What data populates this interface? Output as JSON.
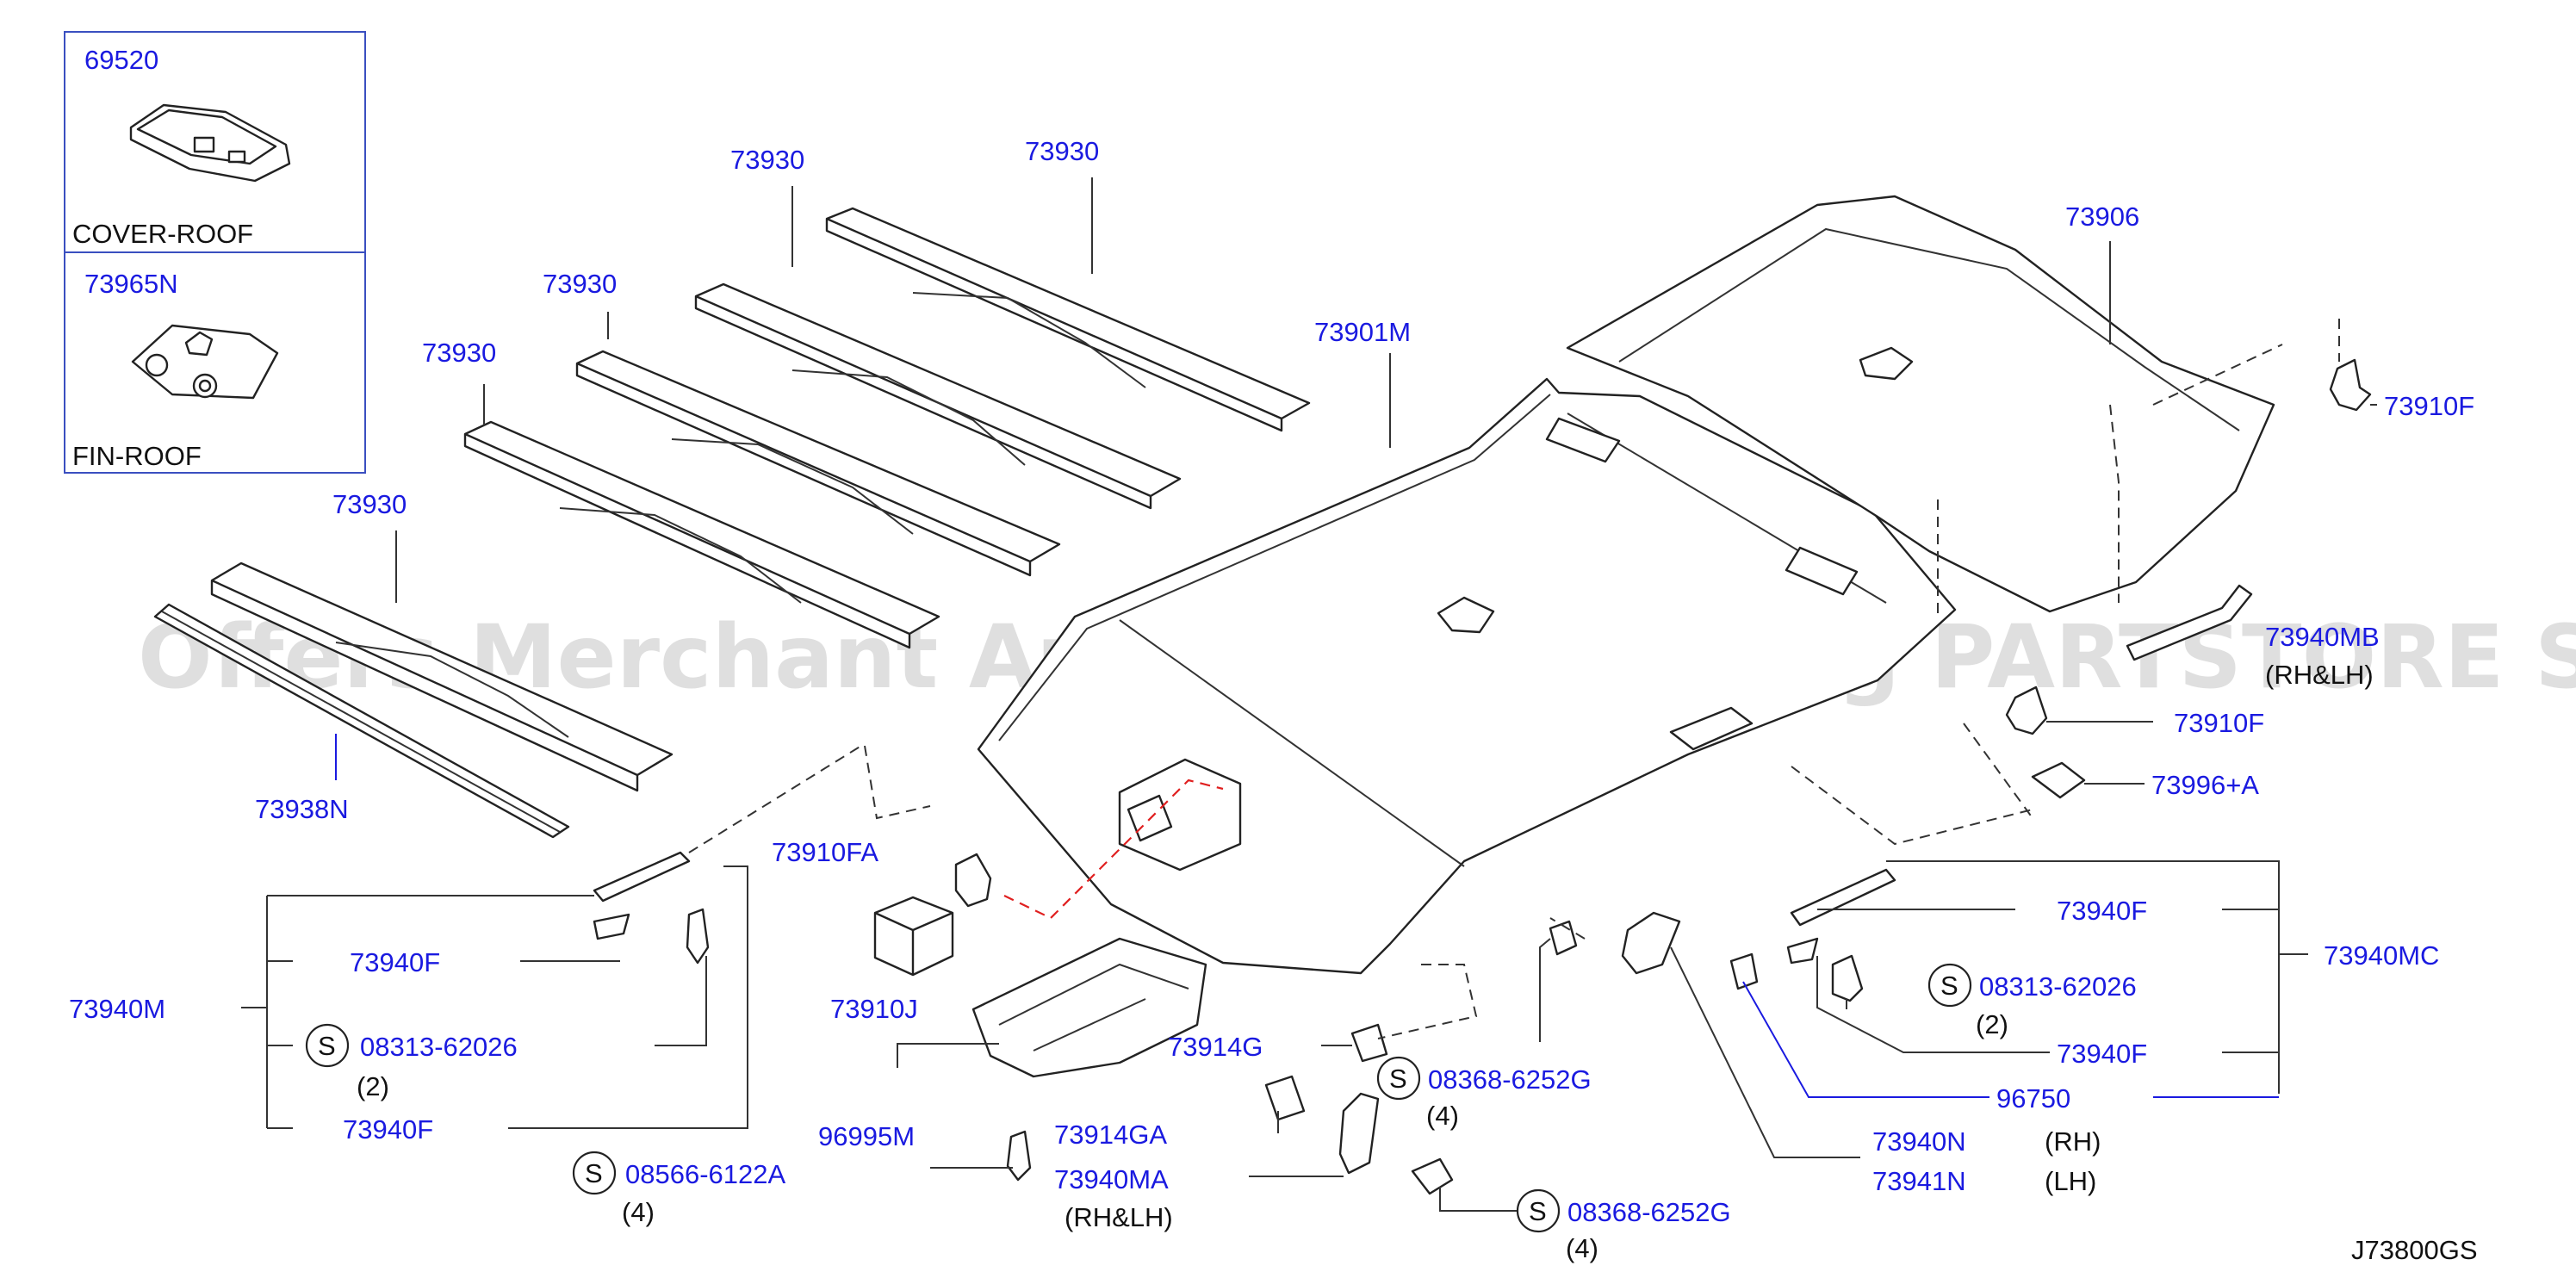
{
  "watermark": "Offers Merchant Auto Parts Catalog PARTSTORE SA",
  "diagram_code": "J73800GS",
  "inset": {
    "top_part": "69520",
    "top_name": "COVER-ROOF",
    "bottom_part": "73965N",
    "bottom_name": "FIN-ROOF"
  },
  "labels": {
    "p73930_a": "73930",
    "p73930_b": "73930",
    "p73930_c": "73930",
    "p73930_d": "73930",
    "p73930_e": "73930",
    "p73938N": "73938N",
    "p73901M": "73901M",
    "p73906": "73906",
    "p73910F_top": "73910F",
    "p73940MB": "73940MB",
    "rh_lh_right": "(RH&LH)",
    "p73910F_mid": "73910F",
    "p73996A": "73996+A",
    "p73910FA": "73910FA",
    "p73910J": "73910J",
    "p73940M": "73940M",
    "p73940F_l1": "73940F",
    "s_bolt_l": "08313-62026",
    "qty_l": "(2)",
    "p73940F_l2": "73940F",
    "s_screw_l": "08566-6122A",
    "qty_screw_l": "(4)",
    "p96995M": "96995M",
    "p73914G": "73914G",
    "p73914GA": "73914GA",
    "p73940MA": "73940MA",
    "rh_lh_center": "(RH&LH)",
    "s_screw_c1": "08368-6252G",
    "qty_c1": "(4)",
    "s_screw_c2": "08368-6252G",
    "qty_c2": "(4)",
    "p73940F_r1": "73940F",
    "p73940MC": "73940MC",
    "s_bolt_r": "08313-62026",
    "qty_r": "(2)",
    "p73940F_r2": "73940F",
    "p96750": "96750",
    "p73940N": "73940N",
    "rh": "(RH)",
    "p73941N": "73941N",
    "lh": "(LH)"
  },
  "symbols": {
    "s_symbol": "S"
  },
  "colors": {
    "part_number": "#1a1ae0",
    "text": "#111111",
    "line": "#333333",
    "watermark": "#d4d4d4",
    "highlight_dashed": "#e02020"
  }
}
